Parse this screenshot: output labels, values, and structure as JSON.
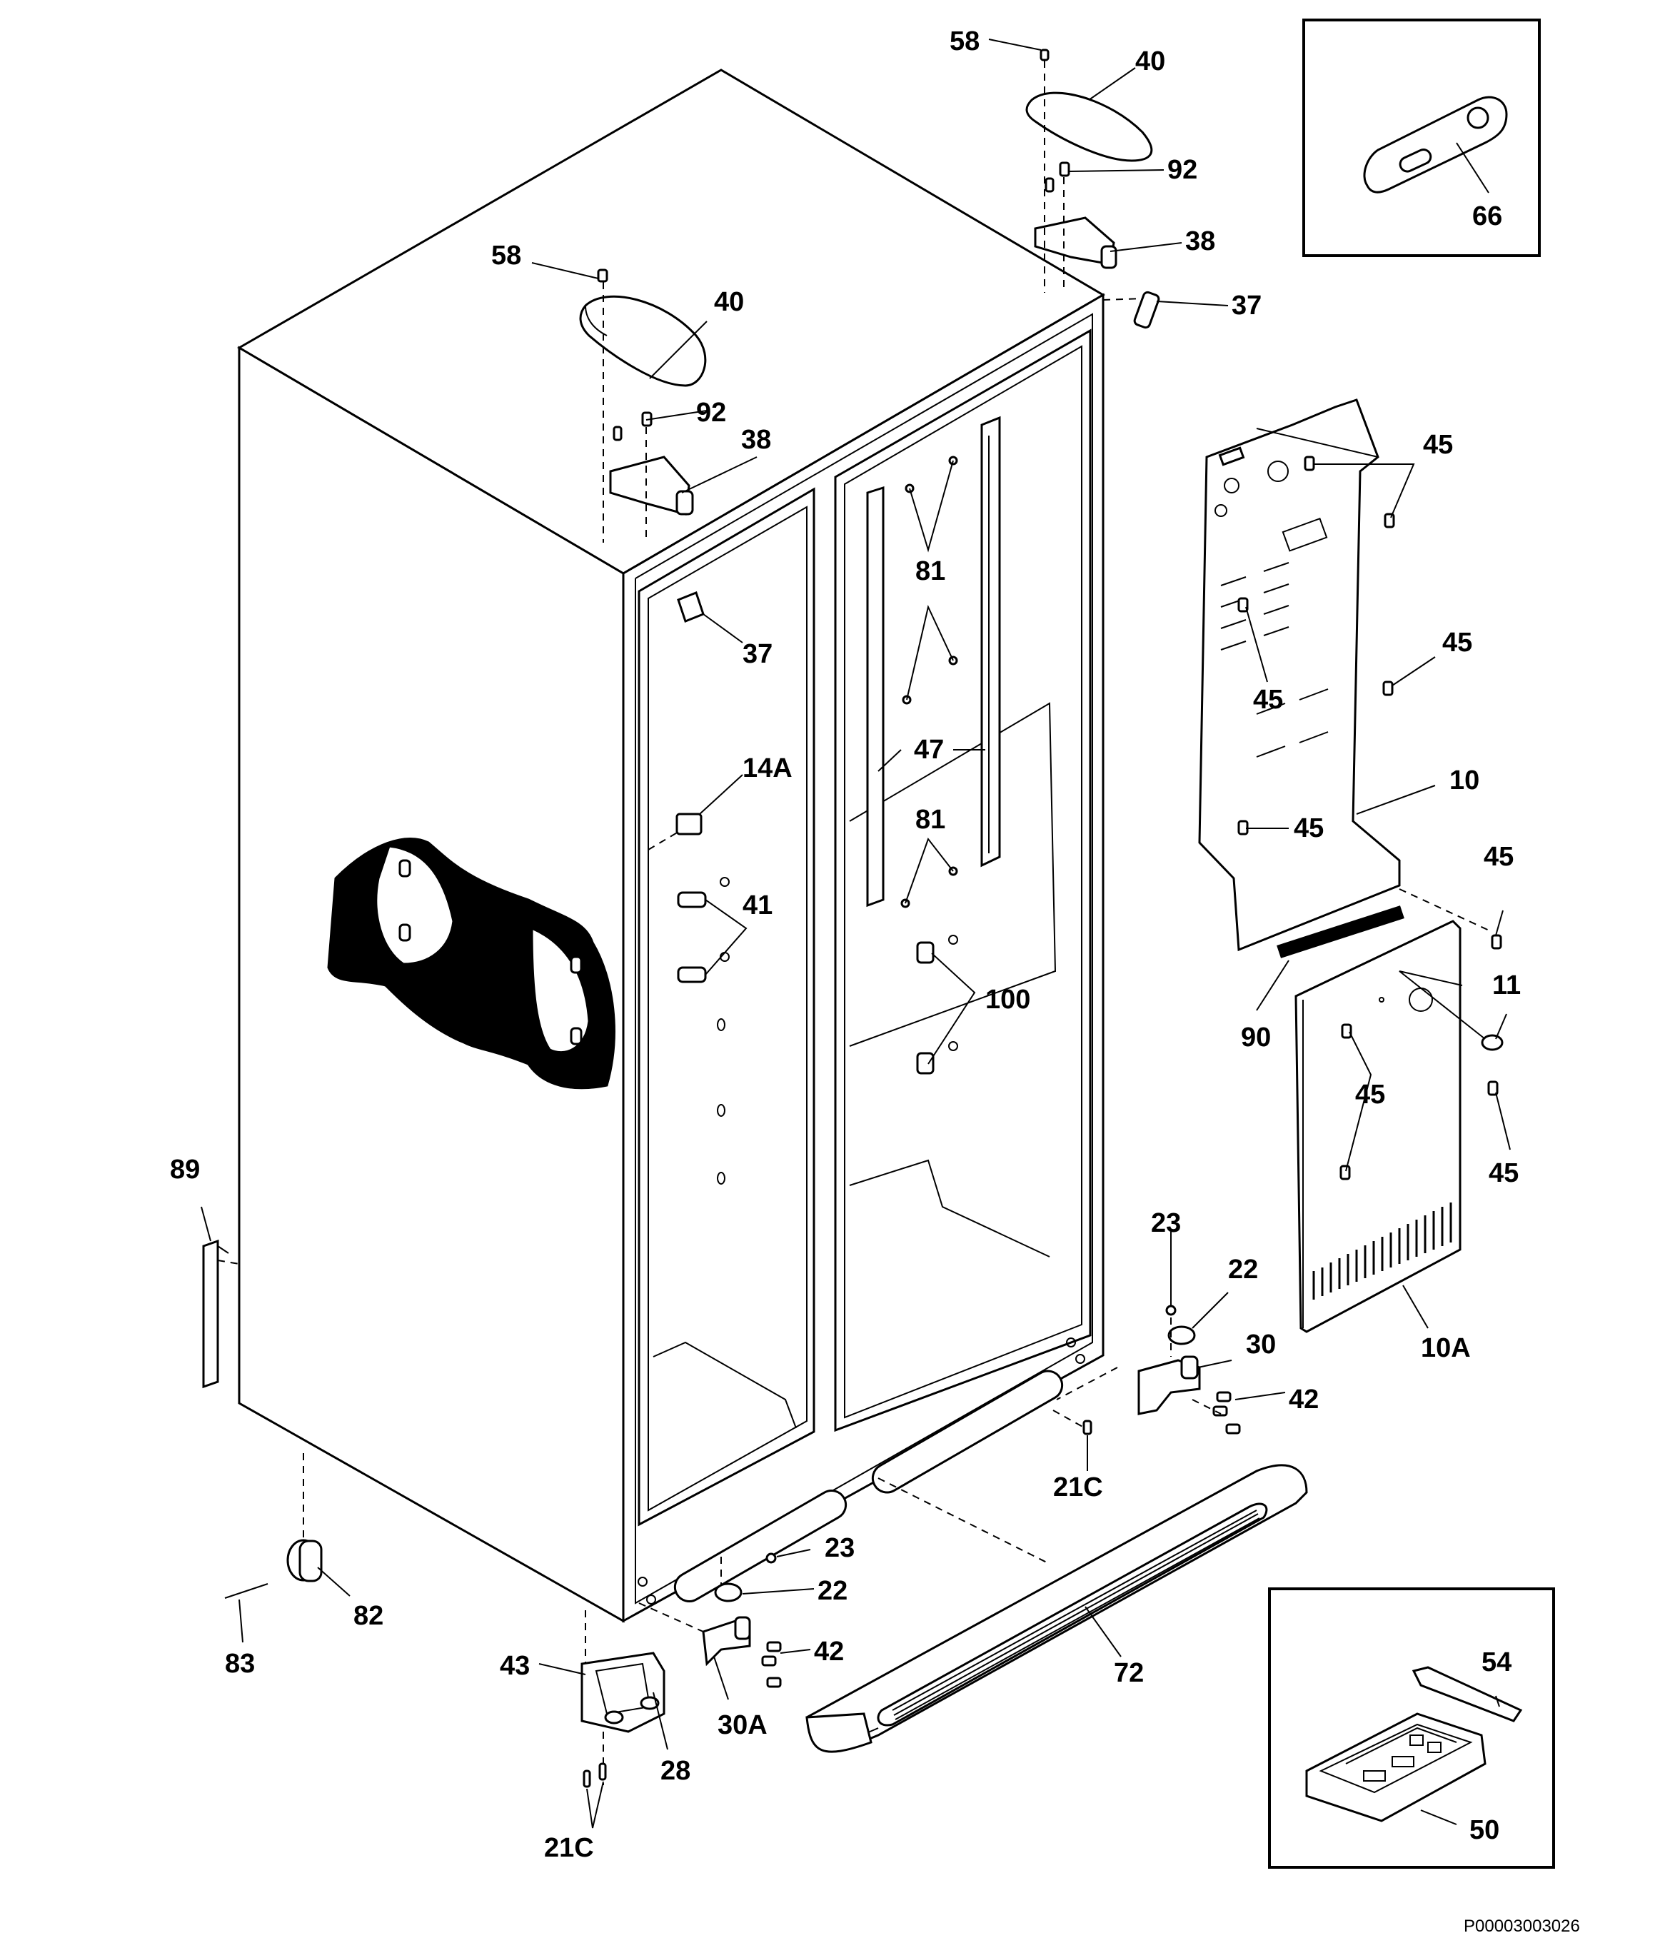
{
  "labels": {
    "p58a": "58",
    "p40a": "40",
    "p92a": "92",
    "p38a": "38",
    "p58b": "58",
    "p40b": "40",
    "p92b": "92",
    "p38b": "38",
    "p37a": "37",
    "p37b": "37",
    "p66": "66",
    "p45a": "45",
    "p45b": "45",
    "p45c": "45",
    "p45d": "45",
    "p45e": "45",
    "p45f": "45",
    "p45g": "45",
    "p81a": "81",
    "p81b": "81",
    "p47": "47",
    "p14a": "14A",
    "p41": "41",
    "p100": "100",
    "p10": "10",
    "p10a": "10A",
    "p11": "11",
    "p90": "90",
    "p89": "89",
    "p23a": "23",
    "p22a": "22",
    "p30": "30",
    "p42a": "42",
    "p21ca": "21C",
    "p23b": "23",
    "p22b": "22",
    "p42b": "42",
    "p30a": "30A",
    "p72": "72",
    "p82": "82",
    "p83": "83",
    "p43": "43",
    "p28": "28",
    "p21cb": "21C",
    "p54": "54",
    "p50": "50"
  },
  "doc_id": "P00003003026"
}
